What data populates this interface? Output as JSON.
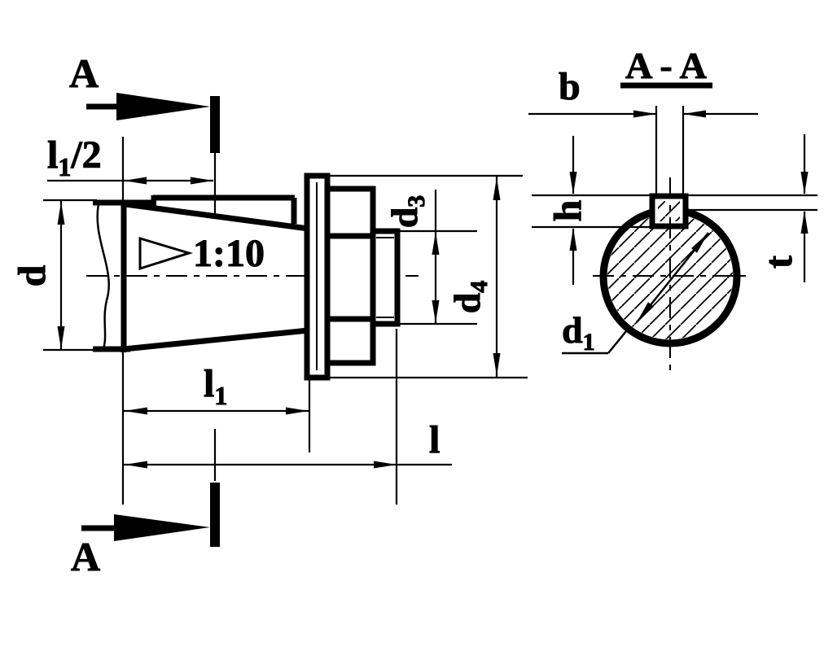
{
  "drawing": {
    "type": "technical-drawing-shaft-cone-end",
    "ink": "#000000",
    "paper": "#ffffff"
  },
  "left_view": {
    "section_label_top": "A",
    "section_label_bottom": "A",
    "taper_ratio": "1:10",
    "dims": {
      "l1_half": {
        "base": "l",
        "sub": "1",
        "rest": "/2"
      },
      "d": "d",
      "l1": {
        "base": "l",
        "sub": "1"
      },
      "l": "l",
      "d3": {
        "base": "d",
        "sub": "3"
      },
      "d4": {
        "base": "d",
        "sub": "4"
      }
    }
  },
  "section_view": {
    "title": "A - A",
    "dims": {
      "b": "b",
      "h": "h",
      "t": "t",
      "d1": {
        "base": "d",
        "sub": "1"
      }
    }
  }
}
